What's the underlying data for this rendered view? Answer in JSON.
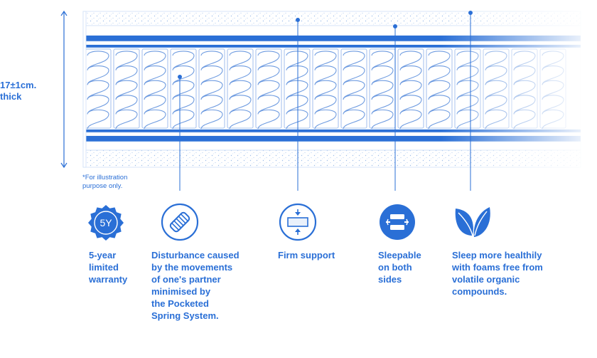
{
  "thickness": {
    "line1": "17±1cm.",
    "line2": "thick"
  },
  "note": {
    "line1": "*For illustration",
    "line2": "purpose only."
  },
  "features": [
    {
      "lines": [
        "5-year",
        "limited",
        "warranty"
      ],
      "icon": "warranty-badge-icon",
      "badge_text": "5Y"
    },
    {
      "lines": [
        "Disturbance caused",
        "by the movements",
        "of one's partner",
        "minimised by",
        "the Pocketed",
        "Spring System."
      ],
      "icon": "pocket-spring-icon"
    },
    {
      "lines": [
        "Firm support"
      ],
      "icon": "firm-support-icon"
    },
    {
      "lines": [
        "Sleepable",
        "on both",
        "sides"
      ],
      "icon": "double-sided-mattress-icon"
    },
    {
      "lines": [
        "Sleep more healthily",
        "with foams free from",
        "volatile organic",
        "compounds."
      ],
      "icon": "leaf-icon"
    }
  ],
  "colors": {
    "primary": "#2a6fd6",
    "light": "#cfe0f7",
    "stroke": "#5b8fdc"
  }
}
